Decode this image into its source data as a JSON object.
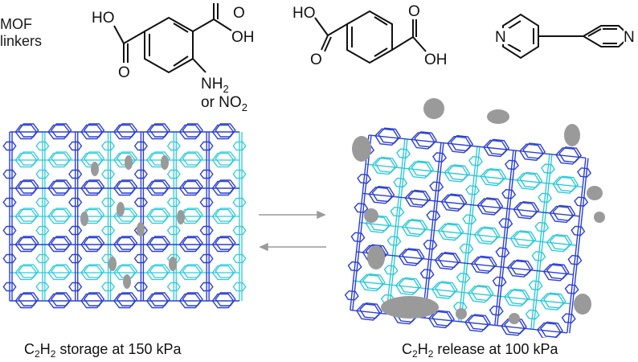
{
  "header_label": {
    "line1": "MOF",
    "line2": "linkers"
  },
  "linkers": {
    "amino_bdc": {
      "acid_top": "HO",
      "carbonyl_top": "O",
      "carbonyl_bottom": "O",
      "acid_bottom": "OH",
      "substituent": "NH",
      "substituent_sub": "2",
      "alternative": "or NO",
      "alternative_sub": "2"
    },
    "bdc": {
      "acid_top": "HO",
      "carbonyl_top": "O",
      "carbonyl_bottom": "O",
      "acid_bottom": "OH"
    },
    "bipyridine": {
      "n_left": "N",
      "n_right": "N"
    }
  },
  "panels": {
    "storage": {
      "caption_pre": "C",
      "caption_sub1": "2",
      "caption_mid": "H",
      "caption_sub2": "2",
      "caption_post": " storage at 150 kPa"
    },
    "release": {
      "caption_pre": "C",
      "caption_sub1": "2",
      "caption_mid": "H",
      "caption_sub2": "2",
      "caption_post": " release at 100 kPa"
    }
  },
  "colors": {
    "framework_dark": "#2b3fd6",
    "framework_light": "#22c8d8",
    "gas": "#9a9a9a",
    "arrow": "#9a9a9a"
  }
}
